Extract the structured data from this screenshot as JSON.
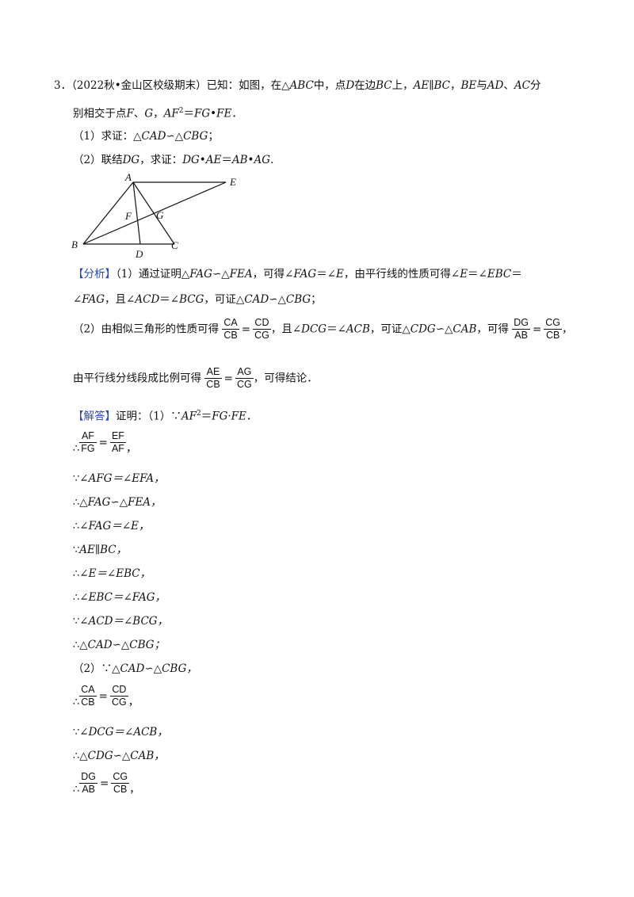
{
  "problem": {
    "number": "3．",
    "source": "（2022秋•金山区校级期末）",
    "intro_a": "已知：如图，在△",
    "ABC": "ABC",
    "intro_b": "中，点",
    "D": "D",
    "intro_c": "在边",
    "BC": "BC",
    "intro_d": "上，",
    "AE_BC": "AE∥BC",
    "comma": "，",
    "BE": "BE",
    "intro_e": "与",
    "AD": "AD",
    "sep": "、",
    "AC": "AC",
    "intro_f": "分",
    "line2_a": "别相交于点",
    "F": "F",
    "G": "G",
    "AF": "AF",
    "sq": "2",
    "line2_b": "＝",
    "FG_FE": "FG•FE",
    "period": "．",
    "part1_label": "（1）求证：△",
    "part1_CAD": "CAD",
    "sim": "∽△",
    "part1_CBG": "CBG",
    "semi": "；",
    "part2_label": "（2）联结",
    "DG": "DG",
    "part2_b": "，求证：",
    "DG_AE": "DG•AE",
    "eqsign": "＝",
    "AB_AG": "AB•AG",
    "dot": "."
  },
  "figure": {
    "labels": {
      "A": "A",
      "E": "E",
      "F": "F",
      "G": "G",
      "B": "B",
      "C": "C",
      "D": "D"
    }
  },
  "analysis": {
    "tag": "【分析】",
    "p1_a": "（1）通过证明△",
    "FAG": "FAG",
    "sim": "∽△",
    "FEA": "FEA",
    "p1_b": "，可得∠",
    "p1_c": "＝∠",
    "E": "E",
    "p1_d": "，由平行线的性质可得∠",
    "p1_e": "＝∠",
    "EBC": "EBC",
    "p1_f": "＝",
    "l2_a": "∠",
    "l2_b": "，且∠",
    "ACD": "ACD",
    "l2_c": "＝∠",
    "BCG": "BCG",
    "l2_d": "，可证△",
    "CAD": "CAD",
    "CBG": "CBG",
    "semi": "；",
    "p2_a": "（2）由相似三角形的性质可得",
    "f1_num": "CA",
    "f1_den": "CB",
    "f2_num": "CD",
    "f2_den": "CG",
    "p2_b": "，且∠",
    "DCG": "DCG",
    "p2_c": "＝∠",
    "ACB": "ACB",
    "p2_d": "，可证△",
    "CDG": "CDG",
    "CAB": "CAB",
    "p2_e": "，可得",
    "f3_num": "DG",
    "f3_den": "AB",
    "f4_num": "CG",
    "f4_den": "CB",
    "p2_f": "，",
    "p3_a": "由平行线分线段成比例可得",
    "f5_num": "AE",
    "f5_den": "CB",
    "f6_num": "AG",
    "f6_den": "CG",
    "p3_b": "，可得结论．"
  },
  "solution": {
    "tag": "【解答】",
    "head": "证明：（1）∵",
    "AF": "AF",
    "sq": "2",
    "eq_fg": "＝",
    "FG_FE": "FG·FE",
    "period": "．",
    "therefore": "∴",
    "because": "∵",
    "eq": "=",
    "comma": "，",
    "s1_num1": "AF",
    "s1_den1": "FG",
    "s1_num2": "EF",
    "s1_den2": "AF",
    "s2": "∠AFG＝∠EFA，",
    "s3": "△FAG∽△FEA，",
    "s4": "∠FAG＝∠E，",
    "s5": "AE∥BC，",
    "s6": "∠E＝∠EBC，",
    "s7": "∠EBC＝∠FAG，",
    "s8": "∠ACD＝∠BCG，",
    "s9": "△CAD∽△CBG；",
    "s10_label": "（2）∵",
    "s10": "△CAD∽△CBG，",
    "s11_num1": "CA",
    "s11_den1": "CB",
    "s11_num2": "CD",
    "s11_den2": "CG",
    "s12": "∠DCG＝∠ACB，",
    "s13": "△CDG∽△CAB，",
    "s14_num1": "DG",
    "s14_den1": "AB",
    "s14_num2": "CG",
    "s14_den2": "CB"
  }
}
